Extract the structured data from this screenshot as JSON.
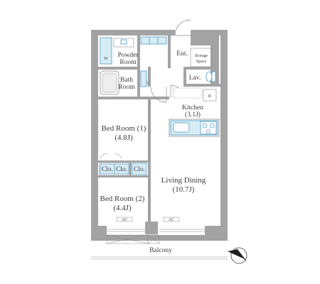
{
  "rooms": {
    "powder_room": [
      "Powder",
      "Room"
    ],
    "bath_room": [
      "Bath",
      "Room"
    ],
    "entrance": "Ent.",
    "storage": [
      "Storage",
      "Space"
    ],
    "lavatory": "Lav.",
    "kitchen": "Kitchen",
    "kitchen_size": "(3.1J)",
    "bed_room_1": "Bed Room (1)",
    "bed_room_1_size": "(4.8J)",
    "bed_room_2": "Bed Room (2)",
    "bed_room_2_size": "(4.4J)",
    "living_dining": "Living Dining",
    "living_dining_size": "(10.7J)",
    "balcony": "Balcony"
  },
  "fixtures": {
    "closet": "Clo.",
    "washer": "W",
    "refrigerator": "R",
    "air_conditioner": "AC"
  },
  "compass": "north-arrow",
  "colors": {
    "wall": "#a3a3a3",
    "fixture": "#4a9bc4",
    "floor": "#ffffff"
  }
}
